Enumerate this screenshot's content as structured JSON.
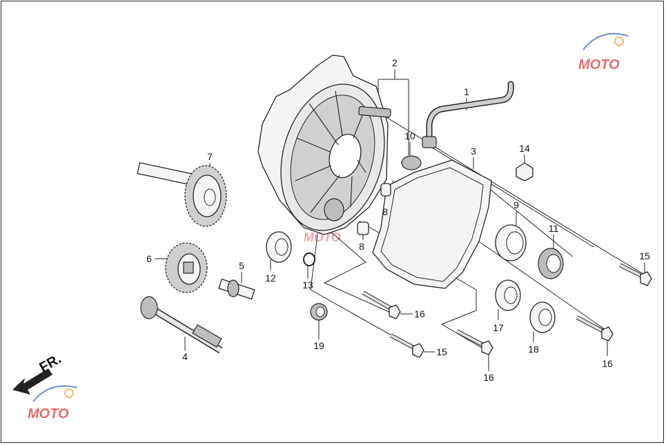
{
  "direction_label": "FR.",
  "watermark": {
    "text": "MOTO",
    "colors": [
      "#e23a3a",
      "#3a62c9",
      "#f0a33a"
    ]
  },
  "callouts": [
    {
      "id": "c1",
      "number": "1"
    },
    {
      "id": "c2",
      "number": "2"
    },
    {
      "id": "c3",
      "number": "3"
    },
    {
      "id": "c4",
      "number": "4"
    },
    {
      "id": "c5",
      "number": "5"
    },
    {
      "id": "c6",
      "number": "6"
    },
    {
      "id": "c7",
      "number": "7"
    },
    {
      "id": "c8a",
      "number": "8"
    },
    {
      "id": "c8b",
      "number": "8"
    },
    {
      "id": "c9",
      "number": "9"
    },
    {
      "id": "c10",
      "number": "10"
    },
    {
      "id": "c11",
      "number": "11"
    },
    {
      "id": "c12",
      "number": "12"
    },
    {
      "id": "c13",
      "number": "13"
    },
    {
      "id": "c14",
      "number": "14"
    },
    {
      "id": "c15a",
      "number": "15"
    },
    {
      "id": "c15b",
      "number": "15"
    },
    {
      "id": "c16a",
      "number": "16"
    },
    {
      "id": "c16b",
      "number": "16"
    },
    {
      "id": "c16c",
      "number": "16"
    },
    {
      "id": "c17",
      "number": "17"
    },
    {
      "id": "c18",
      "number": "18"
    },
    {
      "id": "c19",
      "number": "19"
    }
  ]
}
